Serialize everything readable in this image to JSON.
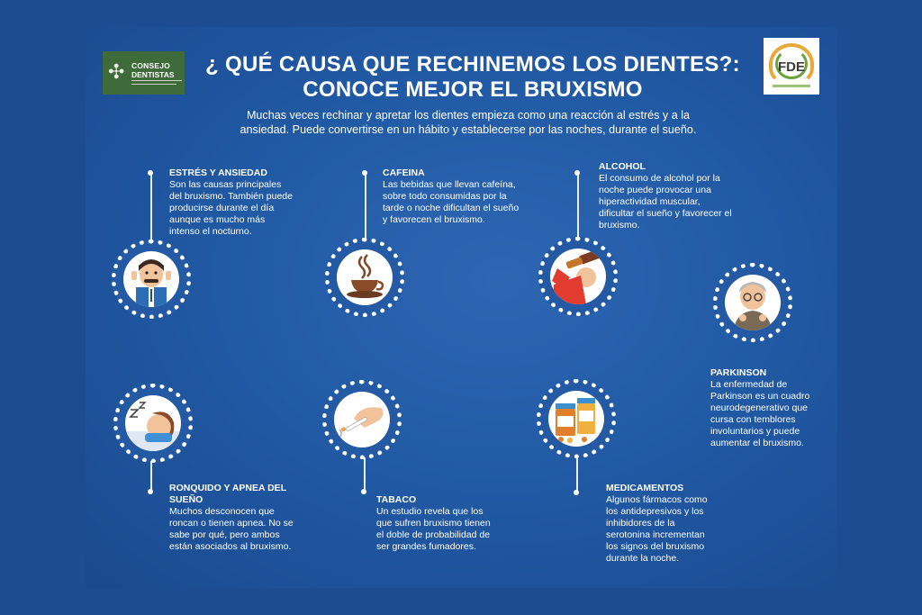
{
  "header": {
    "title_line1": "¿ QUÉ CAUSA QUE RECHINEMOS LOS DIENTES?:",
    "title_line2": "CONOCE MEJOR EL BRUXISMO",
    "intro_line1": "Muchas veces rechinar y apretar los dientes empieza como una reacción  al estrés y a la",
    "intro_line2": "ansiedad. Puede convertirse en un hábito y establecerse por las noches, durante el sueño."
  },
  "logos": {
    "left_line1": "CONSEJO",
    "left_line2": "DENTISTAS",
    "right_text": "FDE"
  },
  "sections": {
    "estres": {
      "title": "ESTRÉS Y ANSIEDAD",
      "lines": [
        "Son las causas principales",
        "del bruxismo. También puede",
        "producirse durante el día",
        "aunque es mucho más",
        "intenso el nocturno."
      ]
    },
    "cafeina": {
      "title": "CAFEINA",
      "lines": [
        "Las bebidas que llevan cafeína,",
        "sobre todo consumidas por la",
        "tarde o noche dificultan el sueño",
        "y favorecen el bruxismo."
      ]
    },
    "alcohol": {
      "title": "ALCOHOL",
      "lines": [
        "El consumo de alcohol por la",
        "noche puede provocar una",
        "hiperactividad muscular,",
        "dificultar el sueño y favorecer el",
        "bruxismo."
      ]
    },
    "parkinson": {
      "title": "PARKINSON",
      "lines": [
        "La enfermedad de",
        "Parkinson es un cuadro",
        "neurodegenerativo que",
        "cursa con temblores",
        "involuntarios y puede",
        "aumentar el bruxismo."
      ]
    },
    "ronquido": {
      "title_line1": "RONQUIDO Y APNEA DEL",
      "title_line2": "SUEÑO",
      "lines": [
        "Muchos desconocen que",
        "roncan o tienen apnea.  No se",
        "sabe por qué, pero ambos",
        "están asociados al bruxismo."
      ]
    },
    "tabaco": {
      "title": "TABACO",
      "lines": [
        "Un estudio revela que los",
        "que sufren bruxismo tienen",
        "el doble de probabilidad de",
        "ser grandes fumadores."
      ]
    },
    "medicamentos": {
      "title": "MEDICAMENTOS",
      "lines": [
        "Algunos fármacos como",
        "los antidepresivos y los",
        "inhibidores de la",
        "serotonina incrementan",
        "los signos del bruxismo",
        "durante la noche."
      ]
    }
  },
  "colors": {
    "background": "#1c4d93",
    "panel": "#215aa5",
    "left_logo": "#3f6b3a",
    "logo_orange": "#e7a93a",
    "logo_green": "#6aa23c"
  }
}
